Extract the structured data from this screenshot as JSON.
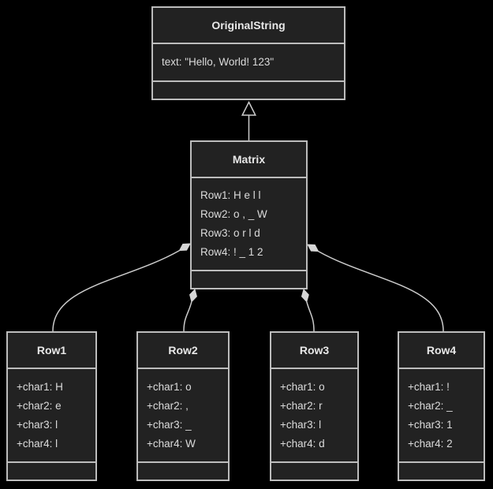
{
  "diagram": {
    "kind": "uml-class-diagram",
    "theme": {
      "background": "#000000",
      "box_fill": "#222222",
      "border_color": "#bdbdbd",
      "text_color": "#e2e2e2",
      "edge_color": "#cccccc",
      "diamond_fill": "#d6d6d6"
    },
    "classes": [
      {
        "title": "OriginalString",
        "attributes": [
          "text: \"Hello, World! 123\""
        ]
      },
      {
        "title": "Matrix",
        "attributes": [
          "Row1: H e l l",
          "Row2: o , _ W",
          "Row3: o r l d",
          "Row4: ! _ 1 2"
        ]
      },
      {
        "title": "Row1",
        "attributes": [
          "+char1: H",
          "+char2: e",
          "+char3: l",
          "+char4: l"
        ]
      },
      {
        "title": "Row2",
        "attributes": [
          "+char1: o",
          "+char2: ,",
          "+char3: _",
          "+char4: W"
        ]
      },
      {
        "title": "Row3",
        "attributes": [
          "+char1: o",
          "+char2: r",
          "+char3: l",
          "+char4: d"
        ]
      },
      {
        "title": "Row4",
        "attributes": [
          "+char1: !",
          "+char2: _",
          "+char3: 1",
          "+char4: 2"
        ]
      }
    ],
    "relationships": [
      {
        "type": "inheritance",
        "from": "Matrix",
        "to": "OriginalString"
      },
      {
        "type": "composition",
        "from": "Matrix",
        "to": "Row1"
      },
      {
        "type": "composition",
        "from": "Matrix",
        "to": "Row2"
      },
      {
        "type": "composition",
        "from": "Matrix",
        "to": "Row3"
      },
      {
        "type": "composition",
        "from": "Matrix",
        "to": "Row4"
      }
    ]
  }
}
